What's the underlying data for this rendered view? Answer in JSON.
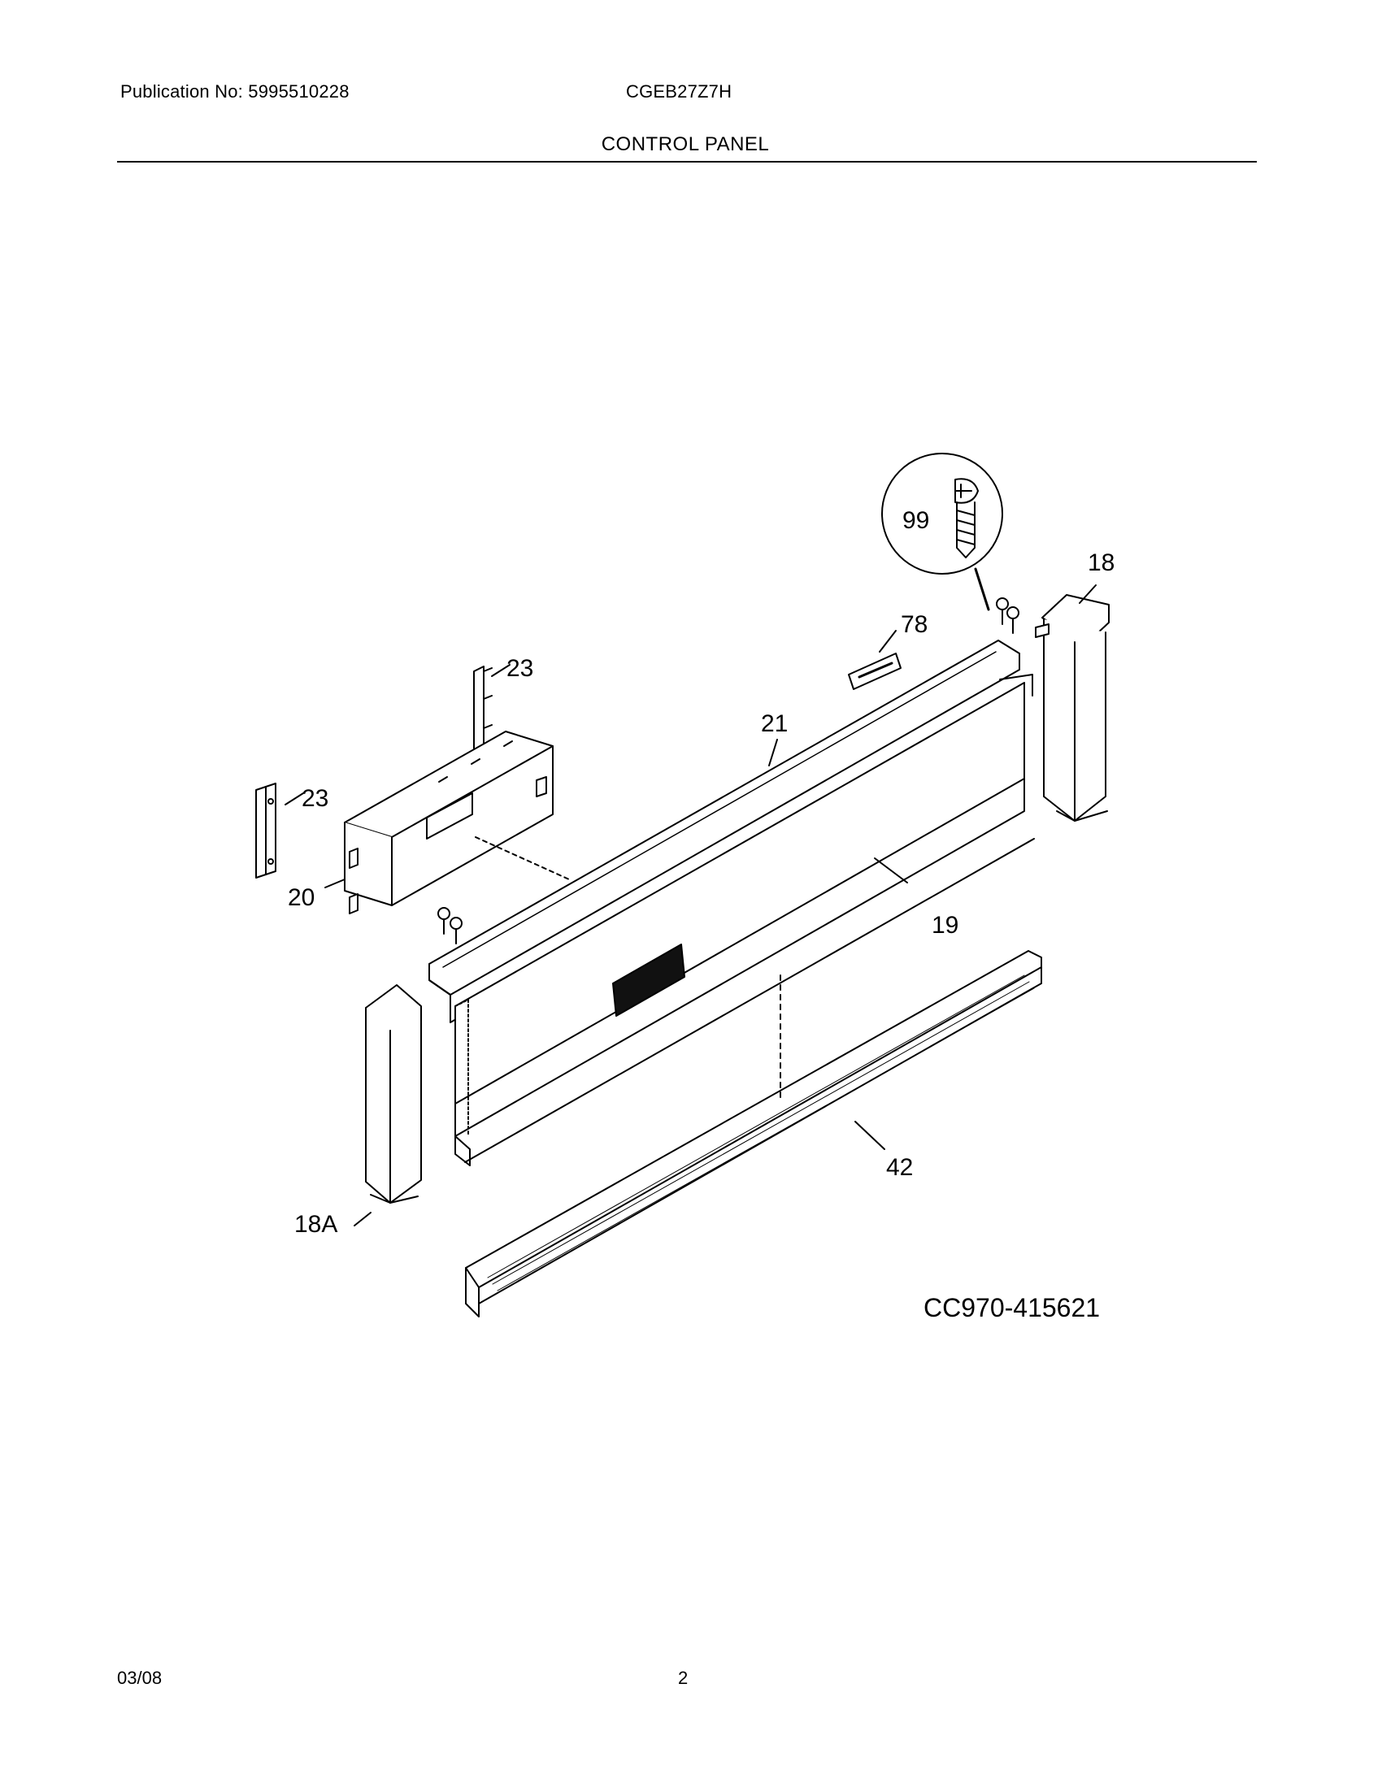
{
  "header": {
    "publication": "Publication No: 5995510228",
    "model": "CGEB27Z7H",
    "section_title": "CONTROL PANEL"
  },
  "callouts": {
    "screw_detail": "99",
    "end_cap_right": "18",
    "overlay_label": "78",
    "bracket_top": "23",
    "bracket_left": "23",
    "console": "21",
    "control_board": "20",
    "control_panel_overlay": "19",
    "end_cap_left": "18A",
    "vent_trim": "42"
  },
  "diagram_code": "CC970-415621",
  "footer": {
    "date": "03/08",
    "page": "2"
  }
}
